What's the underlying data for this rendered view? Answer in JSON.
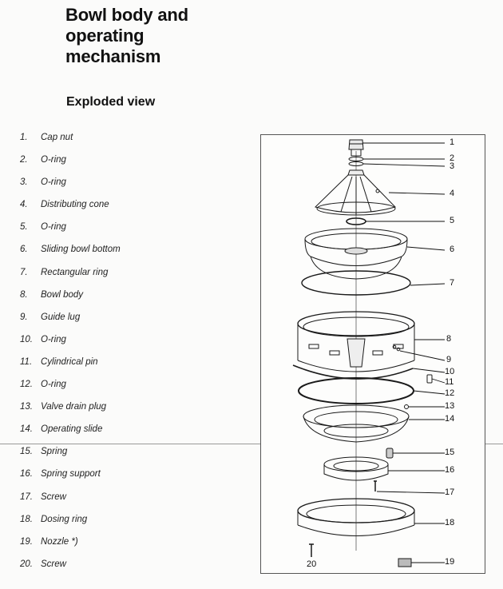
{
  "header": {
    "title_lines": [
      "Bowl body and",
      "operating",
      "mechanism"
    ],
    "subtitle": "Exploded view"
  },
  "parts": [
    {
      "num": "1.",
      "name": "Cap nut"
    },
    {
      "num": "2.",
      "name": "O-ring"
    },
    {
      "num": "3.",
      "name": "O-ring"
    },
    {
      "num": "4.",
      "name": "Distributing cone"
    },
    {
      "num": "5.",
      "name": "O-ring"
    },
    {
      "num": "6.",
      "name": "Sliding bowl bottom"
    },
    {
      "num": "7.",
      "name": "Rectangular ring"
    },
    {
      "num": "8.",
      "name": "Bowl body"
    },
    {
      "num": "9.",
      "name": "Guide lug"
    },
    {
      "num": "10.",
      "name": "O-ring"
    },
    {
      "num": "11.",
      "name": "Cylindrical pin"
    },
    {
      "num": "12.",
      "name": "O-ring"
    },
    {
      "num": "13.",
      "name": "Valve drain plug"
    },
    {
      "num": "14.",
      "name": "Operating slide"
    },
    {
      "num": "15.",
      "name": "Spring"
    },
    {
      "num": "16.",
      "name": "Spring support"
    },
    {
      "num": "17.",
      "name": "Screw"
    },
    {
      "num": "18.",
      "name": "Dosing ring"
    },
    {
      "num": "19.",
      "name": "Nozzle *)"
    },
    {
      "num": "20.",
      "name": "Screw"
    }
  ],
  "diagram": {
    "callouts": [
      "1",
      "2",
      "3",
      "4",
      "5",
      "6",
      "7",
      "8",
      "9",
      "10",
      "11",
      "12",
      "13",
      "14",
      "15",
      "16",
      "17",
      "18",
      "19",
      "20"
    ]
  }
}
